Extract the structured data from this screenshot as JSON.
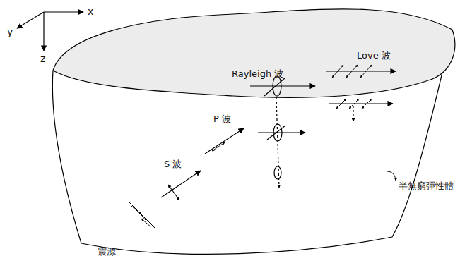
{
  "diagram": {
    "labels": [
      "x",
      "y",
      "z",
      "Rayleigh 波",
      "Love 波",
      "P 波",
      "S 波",
      "震源",
      "半無窮彈性體"
    ]
  }
}
